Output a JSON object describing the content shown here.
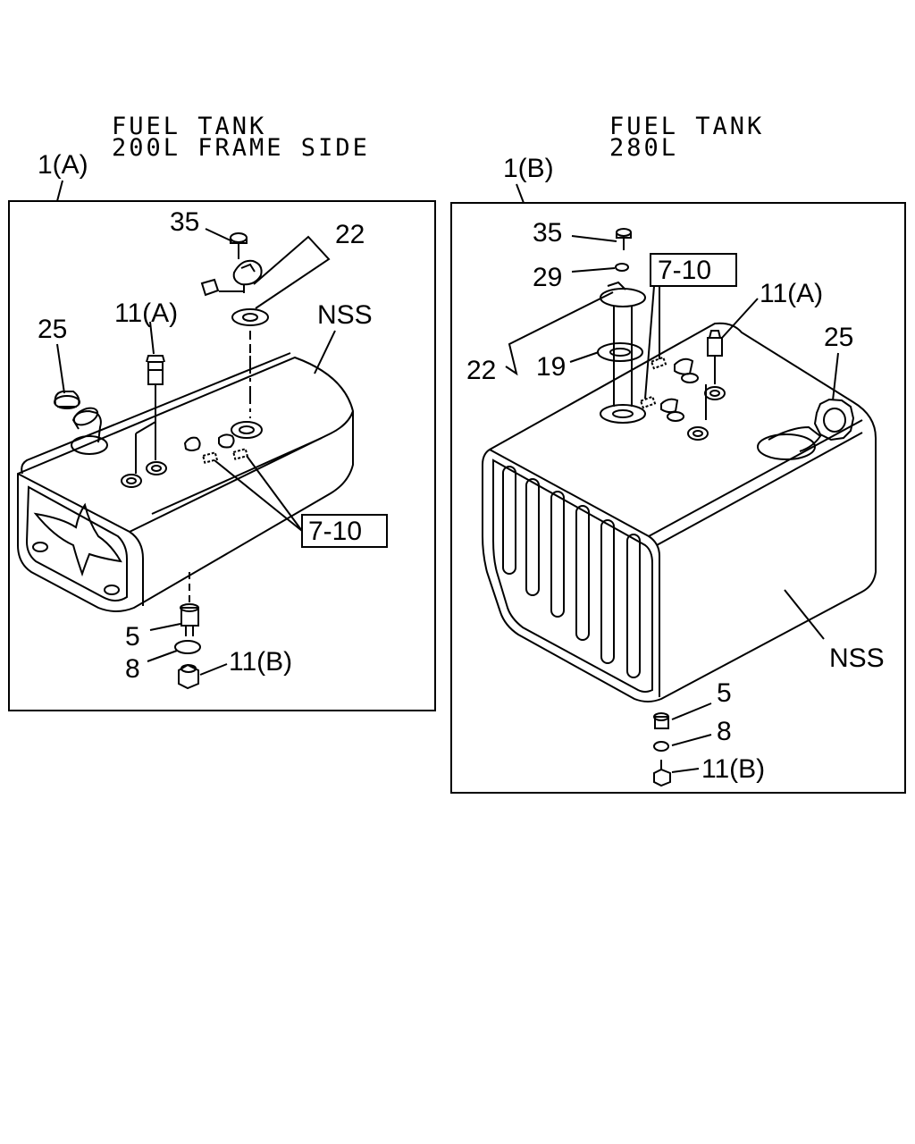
{
  "left": {
    "title_line1": "FUEL TANK",
    "title_line2": "200L FRAME SIDE",
    "assembly_ref": "1(A)",
    "callouts": {
      "c35": "35",
      "c22": "22",
      "c25": "25",
      "c11a": "11(A)",
      "nss": "NSS",
      "c7_10": "7-10",
      "c5": "5",
      "c8": "8",
      "c11b": "11(B)"
    }
  },
  "right": {
    "title_line1": "FUEL TANK",
    "title_line2": "280L",
    "assembly_ref": "1(B)",
    "callouts": {
      "c35": "35",
      "c29": "29",
      "c7_10": "7-10",
      "c11a": "11(A)",
      "c25": "25",
      "c22": "22",
      "c19": "19",
      "nss": "NSS",
      "c5": "5",
      "c8": "8",
      "c11b": "11(B)"
    }
  }
}
